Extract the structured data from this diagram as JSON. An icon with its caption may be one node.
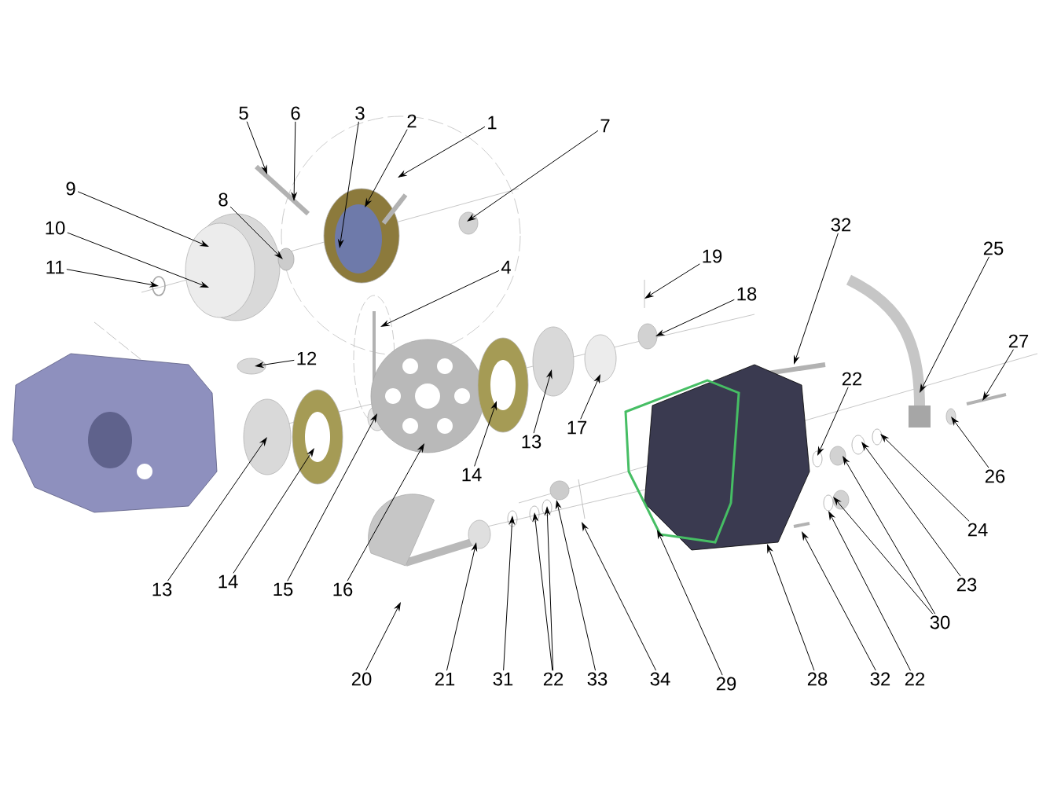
{
  "diagram": {
    "nodes": [
      {
        "text": [
          "5"
        ]
      },
      {
        "text": [
          "6"
        ]
      },
      {
        "text": [
          "3"
        ]
      },
      {
        "text": [
          "2"
        ]
      },
      {
        "text": [
          "1"
        ]
      },
      {
        "text": [
          "7"
        ]
      },
      {
        "text": [
          "9"
        ]
      },
      {
        "text": [
          "8"
        ]
      },
      {
        "text": [
          "32"
        ]
      },
      {
        "text": [
          "10"
        ]
      },
      {
        "text": [
          "25"
        ]
      },
      {
        "text": [
          "19"
        ]
      },
      {
        "text": [
          "4"
        ]
      },
      {
        "text": [
          "11"
        ]
      },
      {
        "text": [
          "18"
        ]
      },
      {
        "text": [
          "27"
        ]
      },
      {
        "text": [
          "12"
        ]
      },
      {
        "text": [
          "22"
        ]
      },
      {
        "text": [
          "13"
        ]
      },
      {
        "text": [
          "17"
        ]
      },
      {
        "text": [
          "14"
        ]
      },
      {
        "text": [
          "26"
        ]
      },
      {
        "text": [
          "24"
        ]
      },
      {
        "text": [
          "13"
        ]
      },
      {
        "text": [
          "14"
        ]
      },
      {
        "text": [
          "15"
        ]
      },
      {
        "text": [
          "16"
        ]
      },
      {
        "text": [
          "23"
        ]
      },
      {
        "text": [
          "30"
        ]
      },
      {
        "text": [
          "20"
        ]
      },
      {
        "text": [
          "21"
        ]
      },
      {
        "text": [
          "31"
        ]
      },
      {
        "text": [
          "22"
        ]
      },
      {
        "text": [
          "33"
        ]
      },
      {
        "text": [
          "34"
        ]
      },
      {
        "text": [
          "29"
        ]
      },
      {
        "text": [
          "28"
        ]
      },
      {
        "text": [
          "32"
        ]
      },
      {
        "text": [
          "22"
        ]
      }
    ],
    "edges": [
      {
        "from": 0,
        "to": null,
        "arrow": "to"
      },
      {
        "from": 1,
        "to": null,
        "arrow": "to"
      },
      {
        "from": 2,
        "to": null,
        "arrow": "to"
      },
      {
        "from": 3,
        "to": null,
        "arrow": "to"
      },
      {
        "from": 4,
        "to": null,
        "arrow": "to"
      },
      {
        "from": 5,
        "to": null,
        "arrow": "to"
      },
      {
        "from": 6,
        "to": null,
        "arrow": "to"
      },
      {
        "from": 7,
        "to": null,
        "arrow": "to"
      },
      {
        "from": 8,
        "to": null,
        "arrow": "to"
      },
      {
        "from": 9,
        "to": null,
        "arrow": "to"
      },
      {
        "from": 10,
        "to": null,
        "arrow": "to"
      },
      {
        "from": 11,
        "to": null,
        "arrow": "to"
      },
      {
        "from": 12,
        "to": null,
        "arrow": "to"
      },
      {
        "from": 13,
        "to": null,
        "arrow": "to"
      },
      {
        "from": 14,
        "to": null,
        "arrow": "to"
      },
      {
        "from": 15,
        "to": null,
        "arrow": "to"
      },
      {
        "from": 16,
        "to": null,
        "arrow": "to"
      },
      {
        "from": 17,
        "to": null,
        "arrow": "to"
      },
      {
        "from": 18,
        "to": null,
        "arrow": "to"
      },
      {
        "from": 19,
        "to": null,
        "arrow": "to"
      },
      {
        "from": 20,
        "to": null,
        "arrow": "to"
      },
      {
        "from": 21,
        "to": null,
        "arrow": "to"
      },
      {
        "from": 22,
        "to": null,
        "arrow": "to"
      },
      {
        "from": 23,
        "to": null,
        "arrow": "to"
      },
      {
        "from": 24,
        "to": null,
        "arrow": "to"
      },
      {
        "from": 25,
        "to": null,
        "arrow": "to"
      },
      {
        "from": 26,
        "to": null,
        "arrow": "to"
      },
      {
        "from": 27,
        "to": null,
        "arrow": "to"
      },
      {
        "from": 28,
        "to": null,
        "arrow": "to"
      },
      {
        "from": 28,
        "to": null,
        "arrow": "to"
      },
      {
        "from": 29,
        "to": null,
        "arrow": "to"
      },
      {
        "from": 30,
        "to": null,
        "arrow": "to"
      },
      {
        "from": 31,
        "to": null,
        "arrow": "to"
      },
      {
        "from": 32,
        "to": null,
        "arrow": "to"
      },
      {
        "from": 32,
        "to": null,
        "arrow": "to"
      },
      {
        "from": 33,
        "to": null,
        "arrow": "to"
      },
      {
        "from": 34,
        "to": null,
        "arrow": "to"
      },
      {
        "from": 35,
        "to": null,
        "arrow": "to"
      },
      {
        "from": 36,
        "to": null,
        "arrow": "to"
      },
      {
        "from": 37,
        "to": null,
        "arrow": "to"
      },
      {
        "from": 38,
        "to": null,
        "arrow": "to"
      }
    ]
  }
}
